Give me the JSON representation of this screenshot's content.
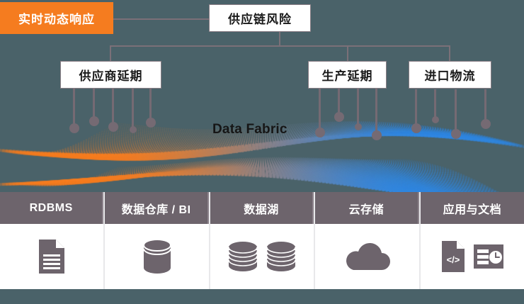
{
  "diagram": {
    "background_color": "#4a6269",
    "accent_orange": "#f57c1f",
    "accent_blue": "#2f86e0",
    "connector_color": "#7b7078"
  },
  "badge": {
    "label": "实时动态响应"
  },
  "tree": {
    "root": {
      "label": "供应链风险"
    },
    "children": [
      {
        "label": "供应商延期"
      },
      {
        "label": "生产延期"
      },
      {
        "label": "进口物流"
      }
    ]
  },
  "fabric": {
    "label": "Data Fabric"
  },
  "sources": {
    "columns": [
      {
        "header": "RDBMS",
        "icons": [
          "document-icon"
        ]
      },
      {
        "header": "数据仓库 / BI",
        "icons": [
          "database-cylinder-icon"
        ]
      },
      {
        "header": "数据湖",
        "icons": [
          "disk-stack-icon",
          "disk-stack-icon"
        ]
      },
      {
        "header": "云存储",
        "icons": [
          "cloud-icon"
        ]
      },
      {
        "header": "应用与文档",
        "icons": [
          "code-file-icon",
          "document-clock-icon"
        ]
      }
    ]
  }
}
